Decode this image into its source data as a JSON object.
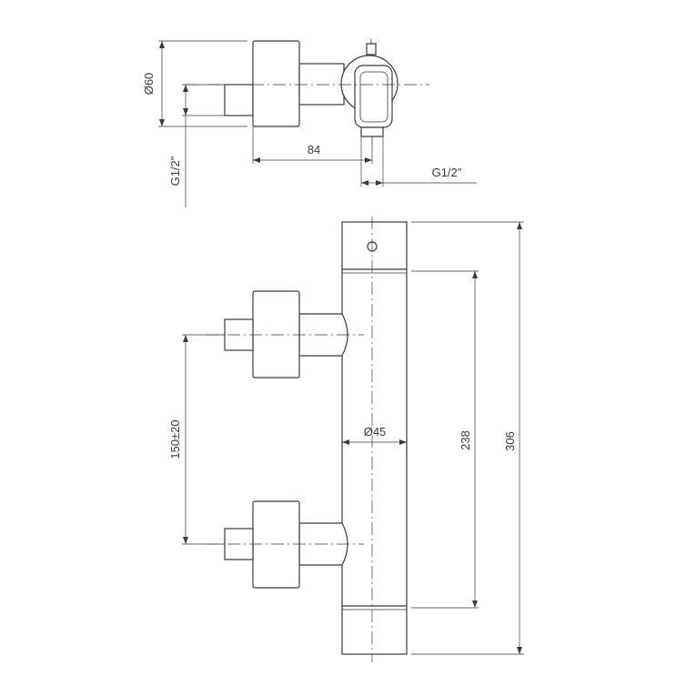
{
  "colors": {
    "line": "#3a3a3a",
    "background": "#ffffff"
  },
  "top_view": {
    "dim_diameter": "Ø60",
    "dim_length": "84",
    "dim_inlet_thread": "G1/2\"",
    "dim_outlet_thread": "G1/2\""
  },
  "front_view": {
    "dim_spacing": "150±20",
    "dim_body_diameter": "Ø45",
    "dim_inner_height": "238",
    "dim_total_height": "306"
  }
}
